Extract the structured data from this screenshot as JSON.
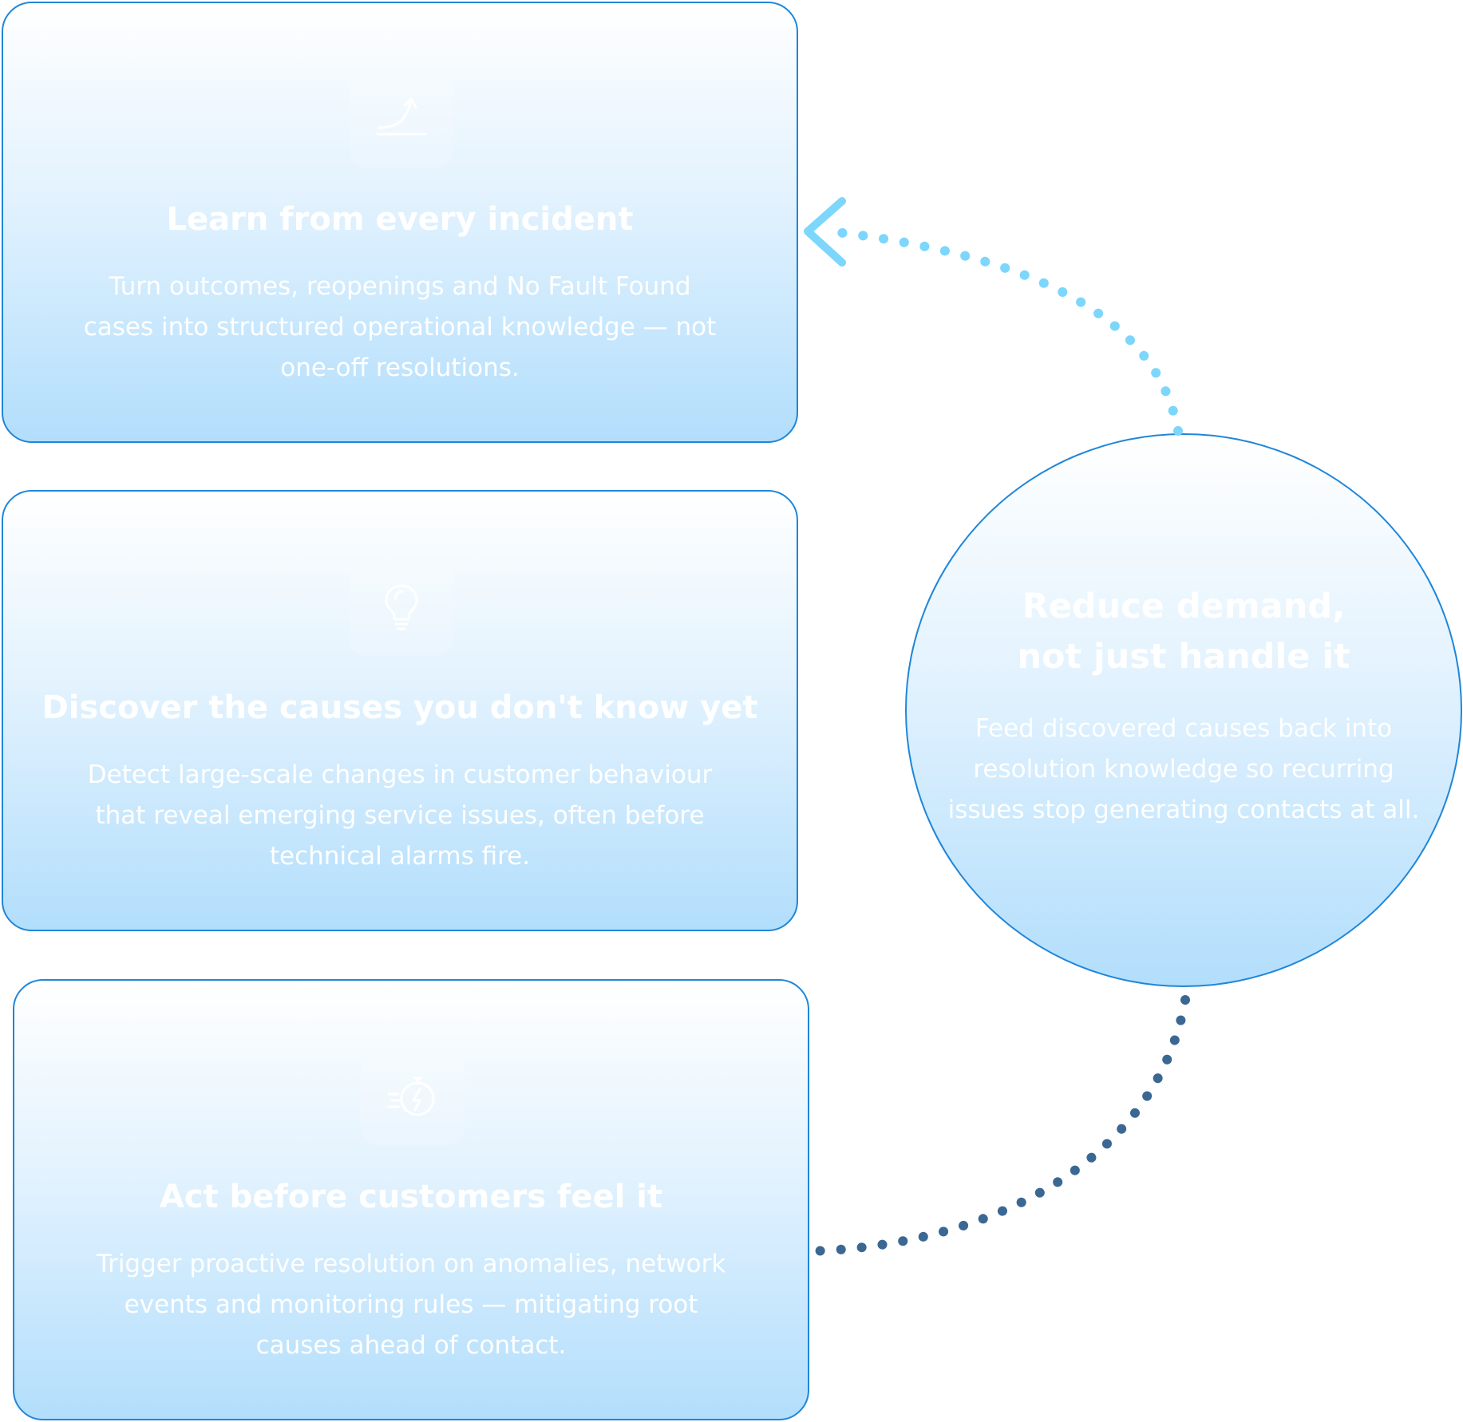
{
  "colors": {
    "card_border": "#1f86d9",
    "card_gradient_top": "#ffffff",
    "card_gradient_bottom": "#b2defc",
    "text": "#ffffff",
    "arrow_top": "#7dd6fb",
    "arrow_bottom": "#3b6892"
  },
  "cards": [
    {
      "icon": "trend-up-icon",
      "title": "Learn from every incident",
      "description": "Turn outcomes, reopenings and No Fault Found\ncases into structured operational knowledge — not\none-off resolutions."
    },
    {
      "icon": "lightbulb-icon",
      "title": "Discover the causes you don't know yet",
      "description": "Detect large-scale changes in customer behaviour\nthat reveal emerging service issues, often before\ntechnical alarms fire."
    },
    {
      "icon": "stopwatch-bolt-icon",
      "title": "Act before customers feel it",
      "description": "Trigger proactive resolution on anomalies, network\nevents and monitoring rules — mitigating root\ncauses ahead of contact."
    }
  ],
  "circle": {
    "title": "Reduce demand,\nnot just handle it",
    "description": "Feed discovered causes back into\nresolution knowledge so recurring\nissues stop generating contacts at all."
  }
}
